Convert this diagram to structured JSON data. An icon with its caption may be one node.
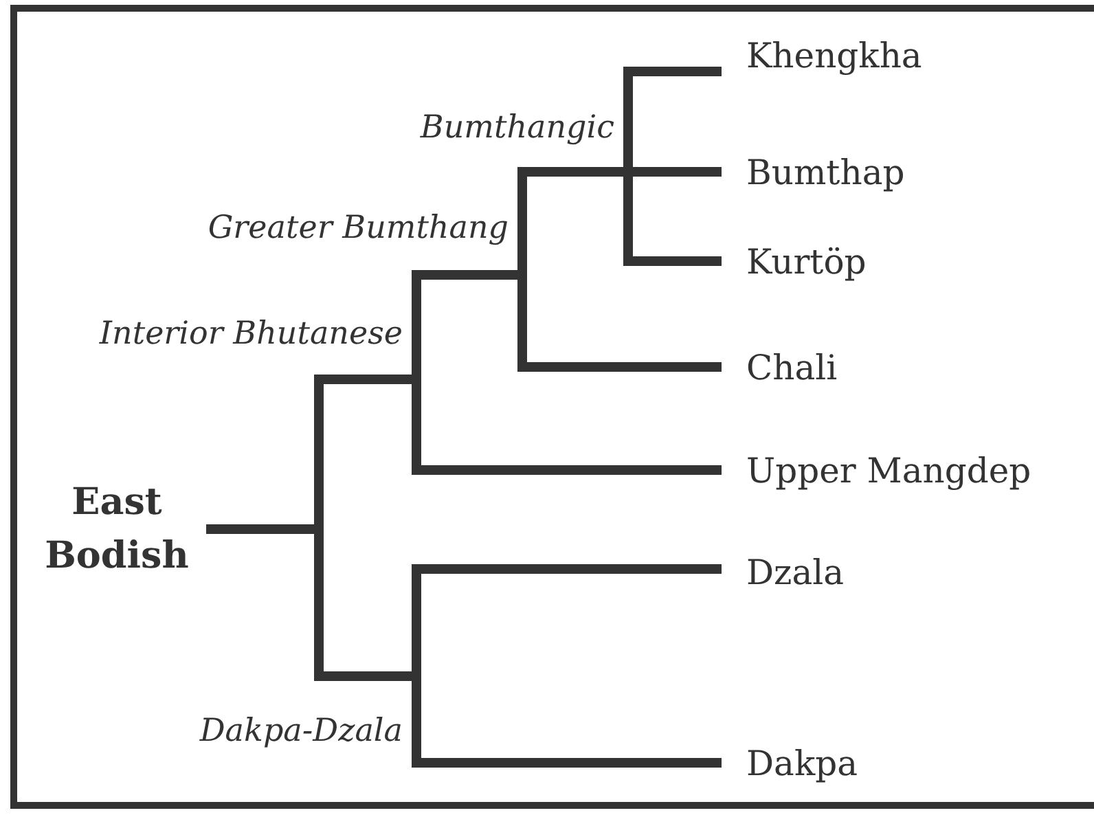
{
  "diagram": {
    "nodes": [
      {
        "text": [
          "East Bodish"
        ]
      },
      {
        "text": [
          "Interior Bhutanese"
        ]
      },
      {
        "text": [
          "Greater Bumthang"
        ]
      },
      {
        "text": [
          "Bumthangic"
        ]
      },
      {
        "text": [
          "Khengkha"
        ]
      },
      {
        "text": [
          "Bumthap"
        ]
      },
      {
        "text": [
          "Kurtöp"
        ]
      },
      {
        "text": [
          "Chali"
        ]
      },
      {
        "text": [
          "Upper Mangdep"
        ]
      },
      {
        "text": [
          "Dakpa-Dzala"
        ]
      },
      {
        "text": [
          "Dzala"
        ]
      },
      {
        "text": [
          "Dakpa"
        ]
      }
    ],
    "edges": [
      {
        "from": 0,
        "to": 1,
        "arrow": "none"
      },
      {
        "from": 1,
        "to": 2,
        "arrow": "none"
      },
      {
        "from": 2,
        "to": 3,
        "arrow": "none"
      },
      {
        "from": 3,
        "to": 4,
        "arrow": "none"
      },
      {
        "from": 3,
        "to": 5,
        "arrow": "none"
      },
      {
        "from": 3,
        "to": 6,
        "arrow": "none"
      },
      {
        "from": 2,
        "to": 7,
        "arrow": "none"
      },
      {
        "from": 1,
        "to": 8,
        "arrow": "none"
      },
      {
        "from": 0,
        "to": 9,
        "arrow": "none"
      },
      {
        "from": 9,
        "to": 10,
        "arrow": "none"
      },
      {
        "from": 9,
        "to": 11,
        "arrow": "none"
      }
    ]
  }
}
